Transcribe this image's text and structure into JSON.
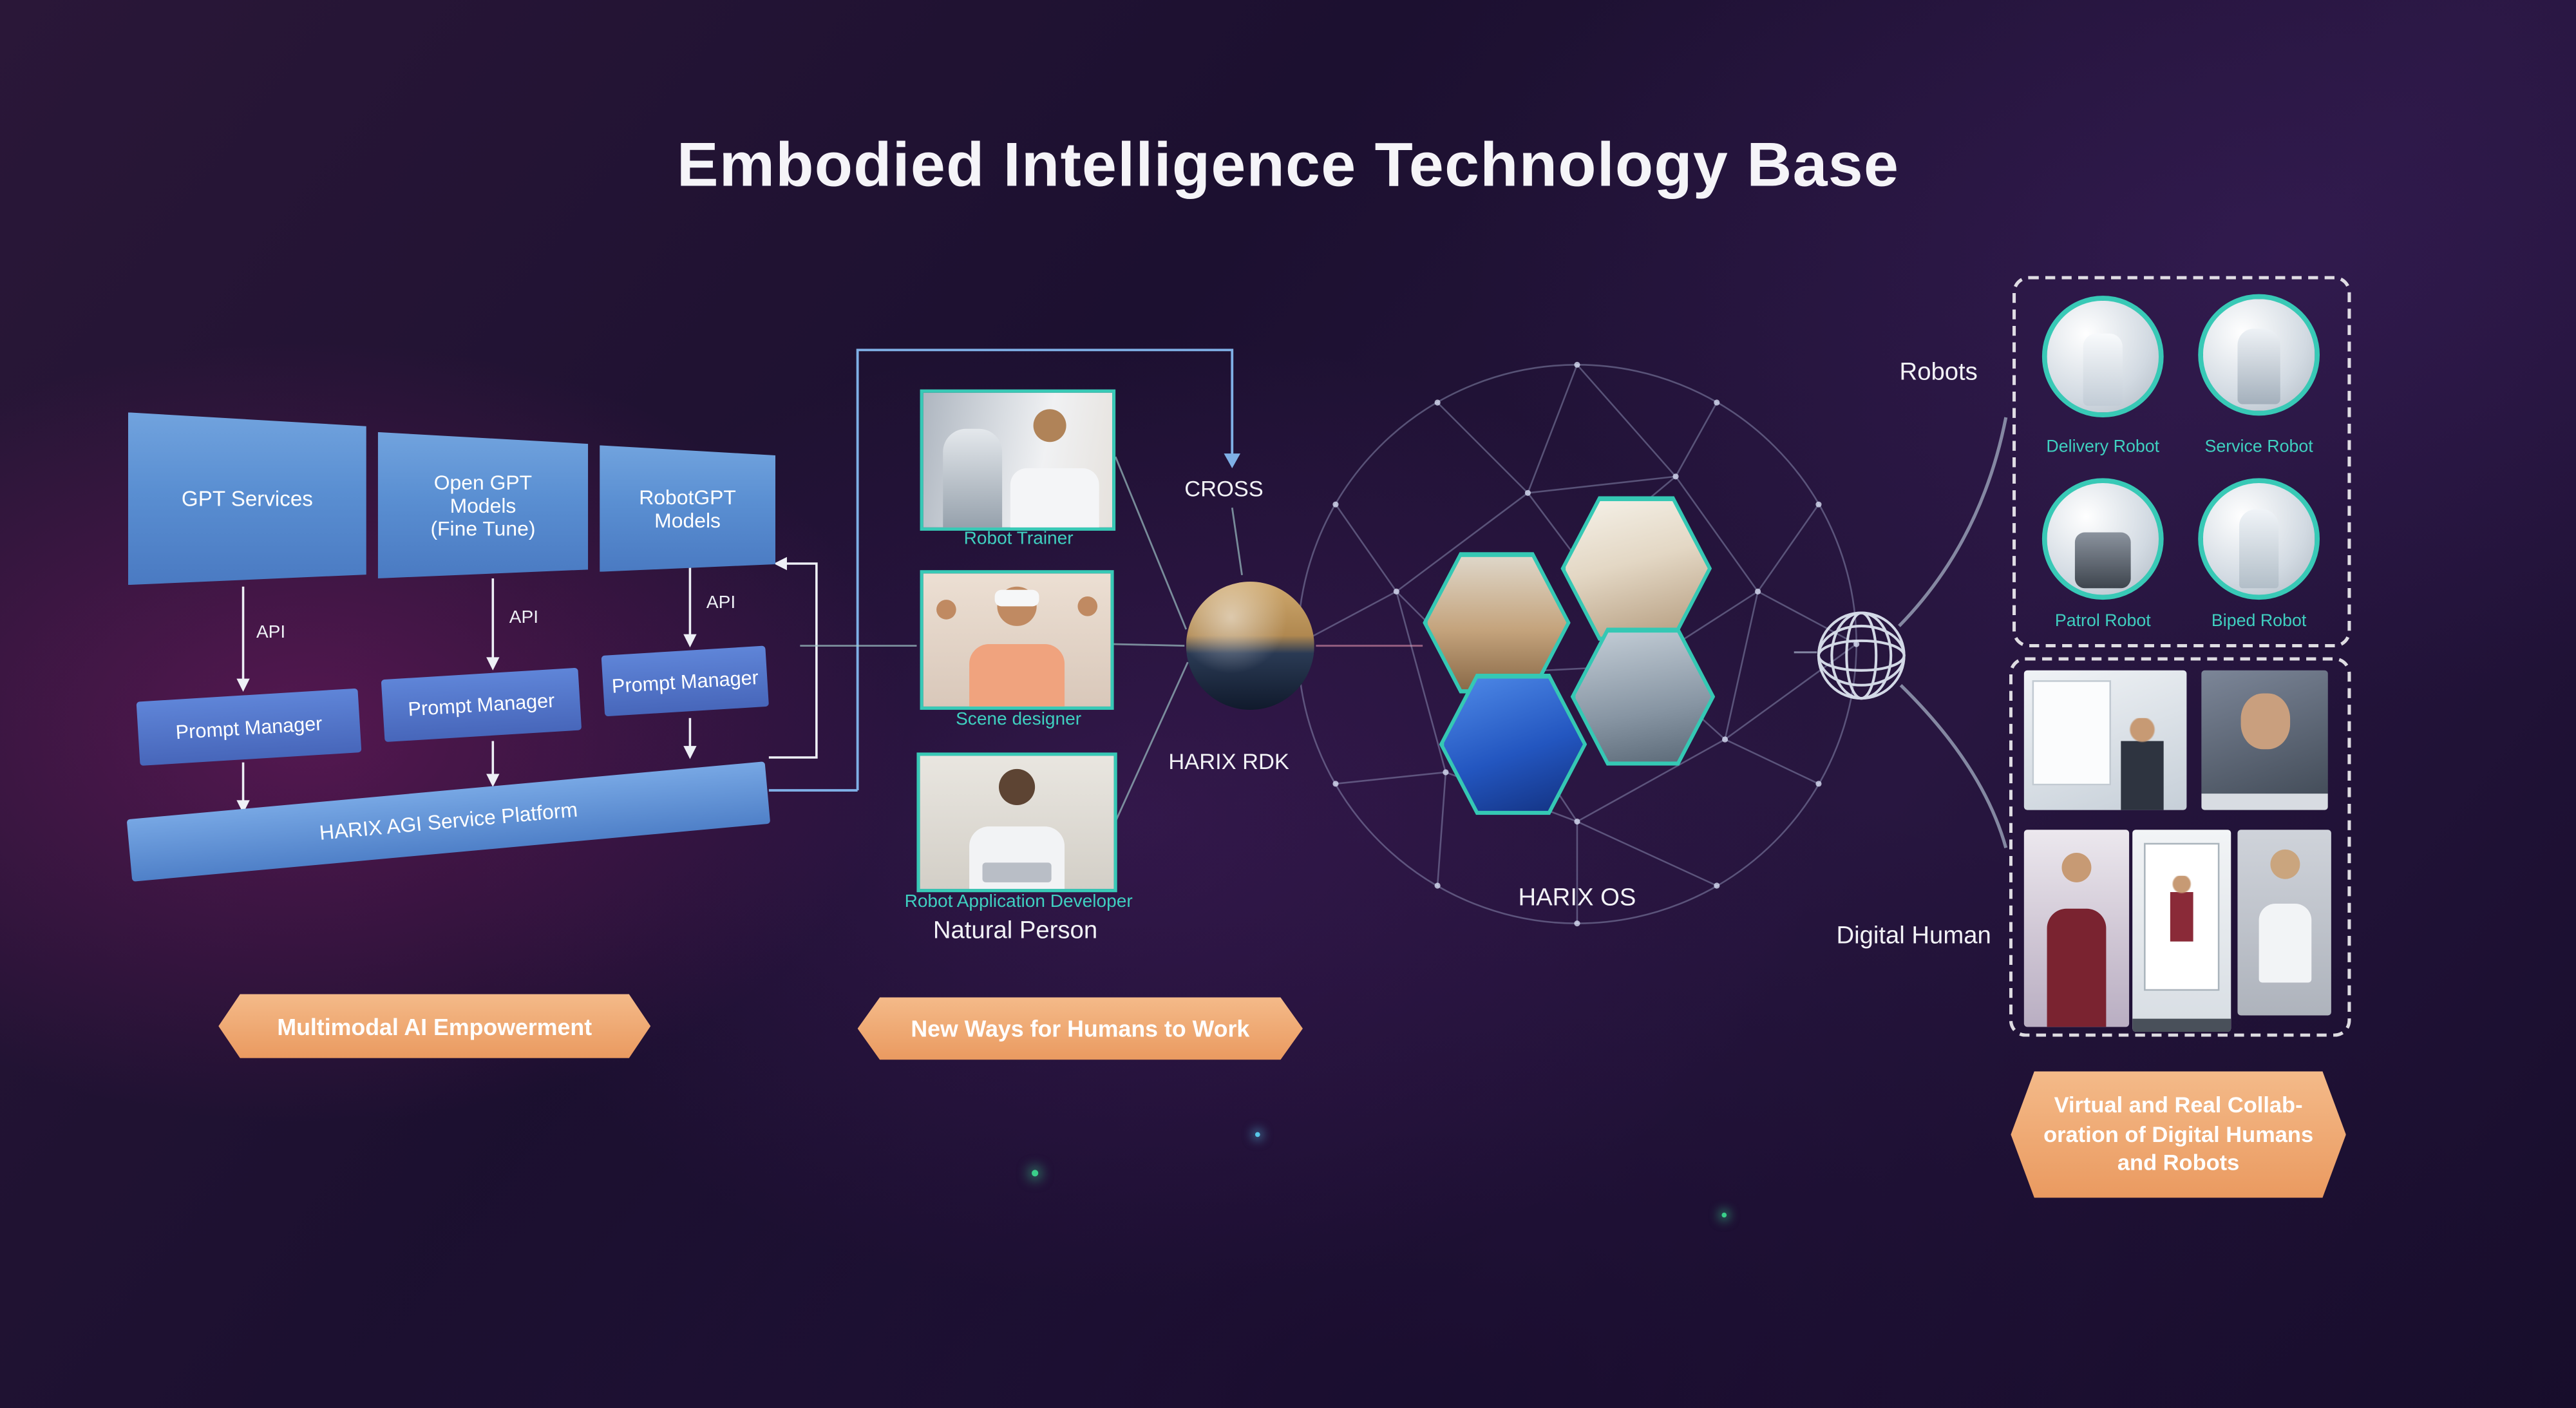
{
  "title": "Embodied Intelligence Technology Base",
  "colors": {
    "accent_teal": "#38c9b6",
    "banner_orange": "#ee9f66",
    "box_blue": "#5a8fd2",
    "background": "#1c1030"
  },
  "left": {
    "gpt_boxes": [
      {
        "label": "GPT Services"
      },
      {
        "label": "Open GPT\nModels\n(Fine Tune)"
      },
      {
        "label": "RobotGPT\nModels"
      }
    ],
    "api_label": "API",
    "prompt_manager_label": "Prompt Manager",
    "platform_label": "HARIX AGI Service Platform",
    "banner": "Multimodal AI Empowerment"
  },
  "middle": {
    "photos": [
      {
        "caption": "Robot Trainer"
      },
      {
        "caption": "Scene designer"
      },
      {
        "caption": "Robot Application Developer"
      }
    ],
    "group_label": "Natural Person",
    "banner": "New Ways for Humans to Work",
    "cross_label": "CROSS",
    "rdk_label": "HARIX RDK"
  },
  "center": {
    "os_label": "HARIX OS"
  },
  "right": {
    "robots_title": "Robots",
    "robots": [
      {
        "label": "Delivery Robot"
      },
      {
        "label": "Service Robot"
      },
      {
        "label": "Patrol Robot"
      },
      {
        "label": "Biped Robot"
      }
    ],
    "digital_human_title": "Digital Human",
    "banner": "Virtual and Real Collab-\noration of Digital Humans\nand Robots"
  }
}
